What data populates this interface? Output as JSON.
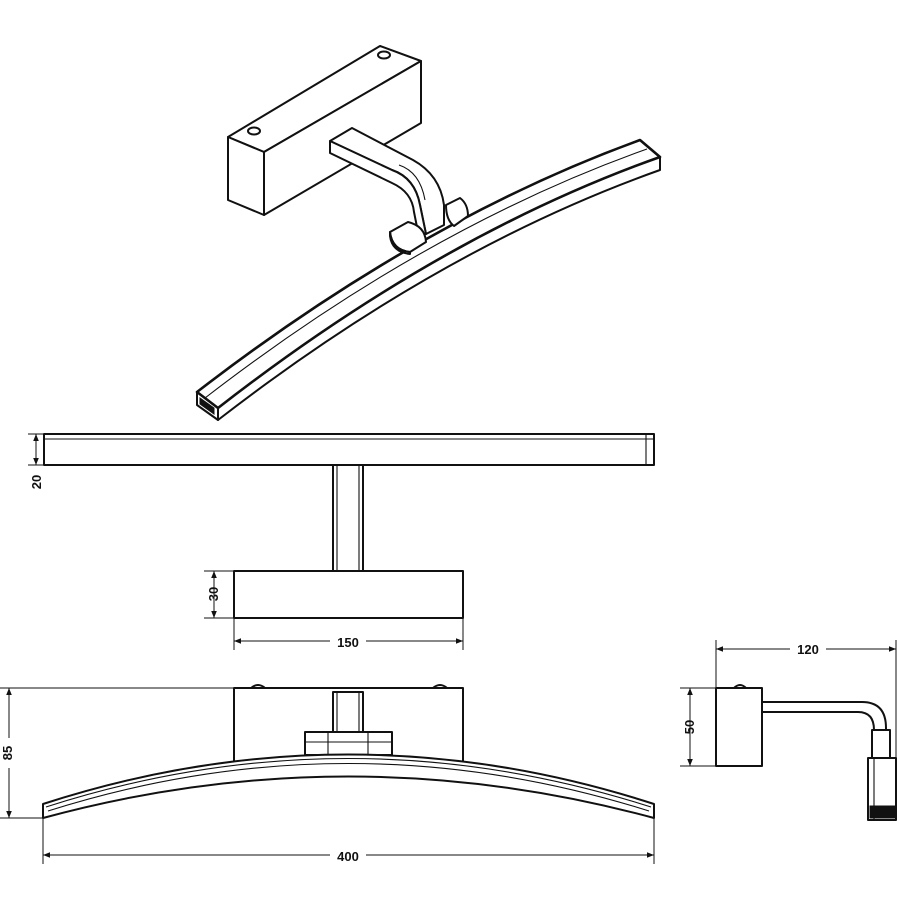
{
  "dimensions": {
    "height_bar": "20",
    "height_base": "30",
    "width_base": "150",
    "height_total": "85",
    "width_total": "400",
    "side_height": "50",
    "side_depth": "120"
  }
}
